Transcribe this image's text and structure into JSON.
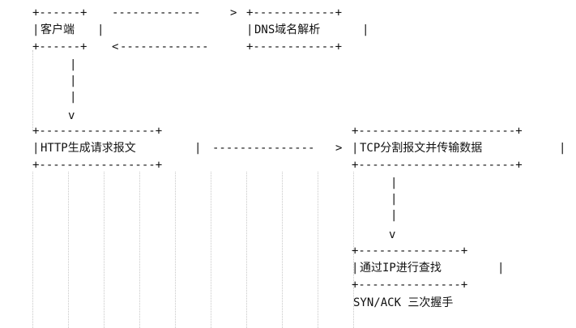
{
  "nodes": {
    "client": "客户端",
    "dns": "DNS域名解析",
    "http": "HTTP生成请求报文",
    "tcp": "TCP分割报文并传输数据",
    "ip": "通过IP进行查找"
  },
  "notes": {
    "handshake": "SYN/ACK 三次握手"
  },
  "arrow_heads": {
    "right": ">",
    "left": "<",
    "down": "v"
  }
}
